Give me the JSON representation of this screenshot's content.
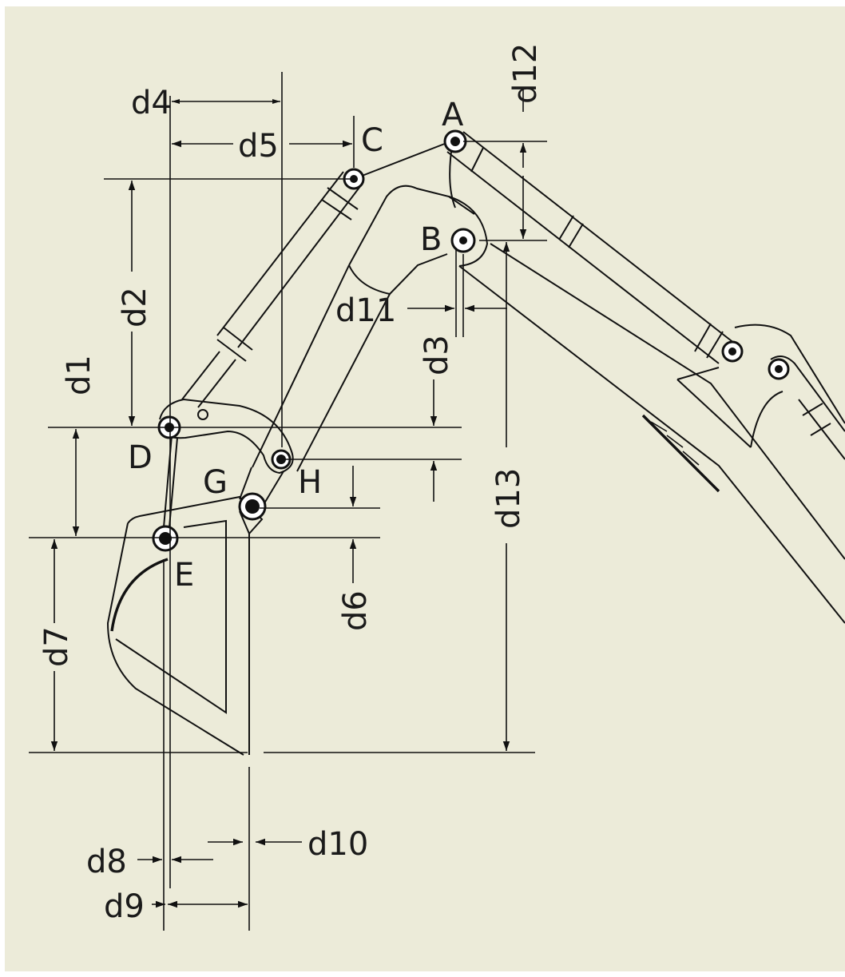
{
  "background_color": "#ecebd9",
  "line_color": "#111111",
  "points": {
    "A": "A",
    "B": "B",
    "C": "C",
    "D": "D",
    "E": "E",
    "G": "G",
    "H": "H"
  },
  "dimensions": {
    "d1": "d1",
    "d2": "d2",
    "d3": "d3",
    "d4": "d4",
    "d5": "d5",
    "d6": "d6",
    "d7": "d7",
    "d8": "d8",
    "d9": "d9",
    "d10": "d10",
    "d11": "d11",
    "d12": "d12",
    "d13": "d13"
  }
}
